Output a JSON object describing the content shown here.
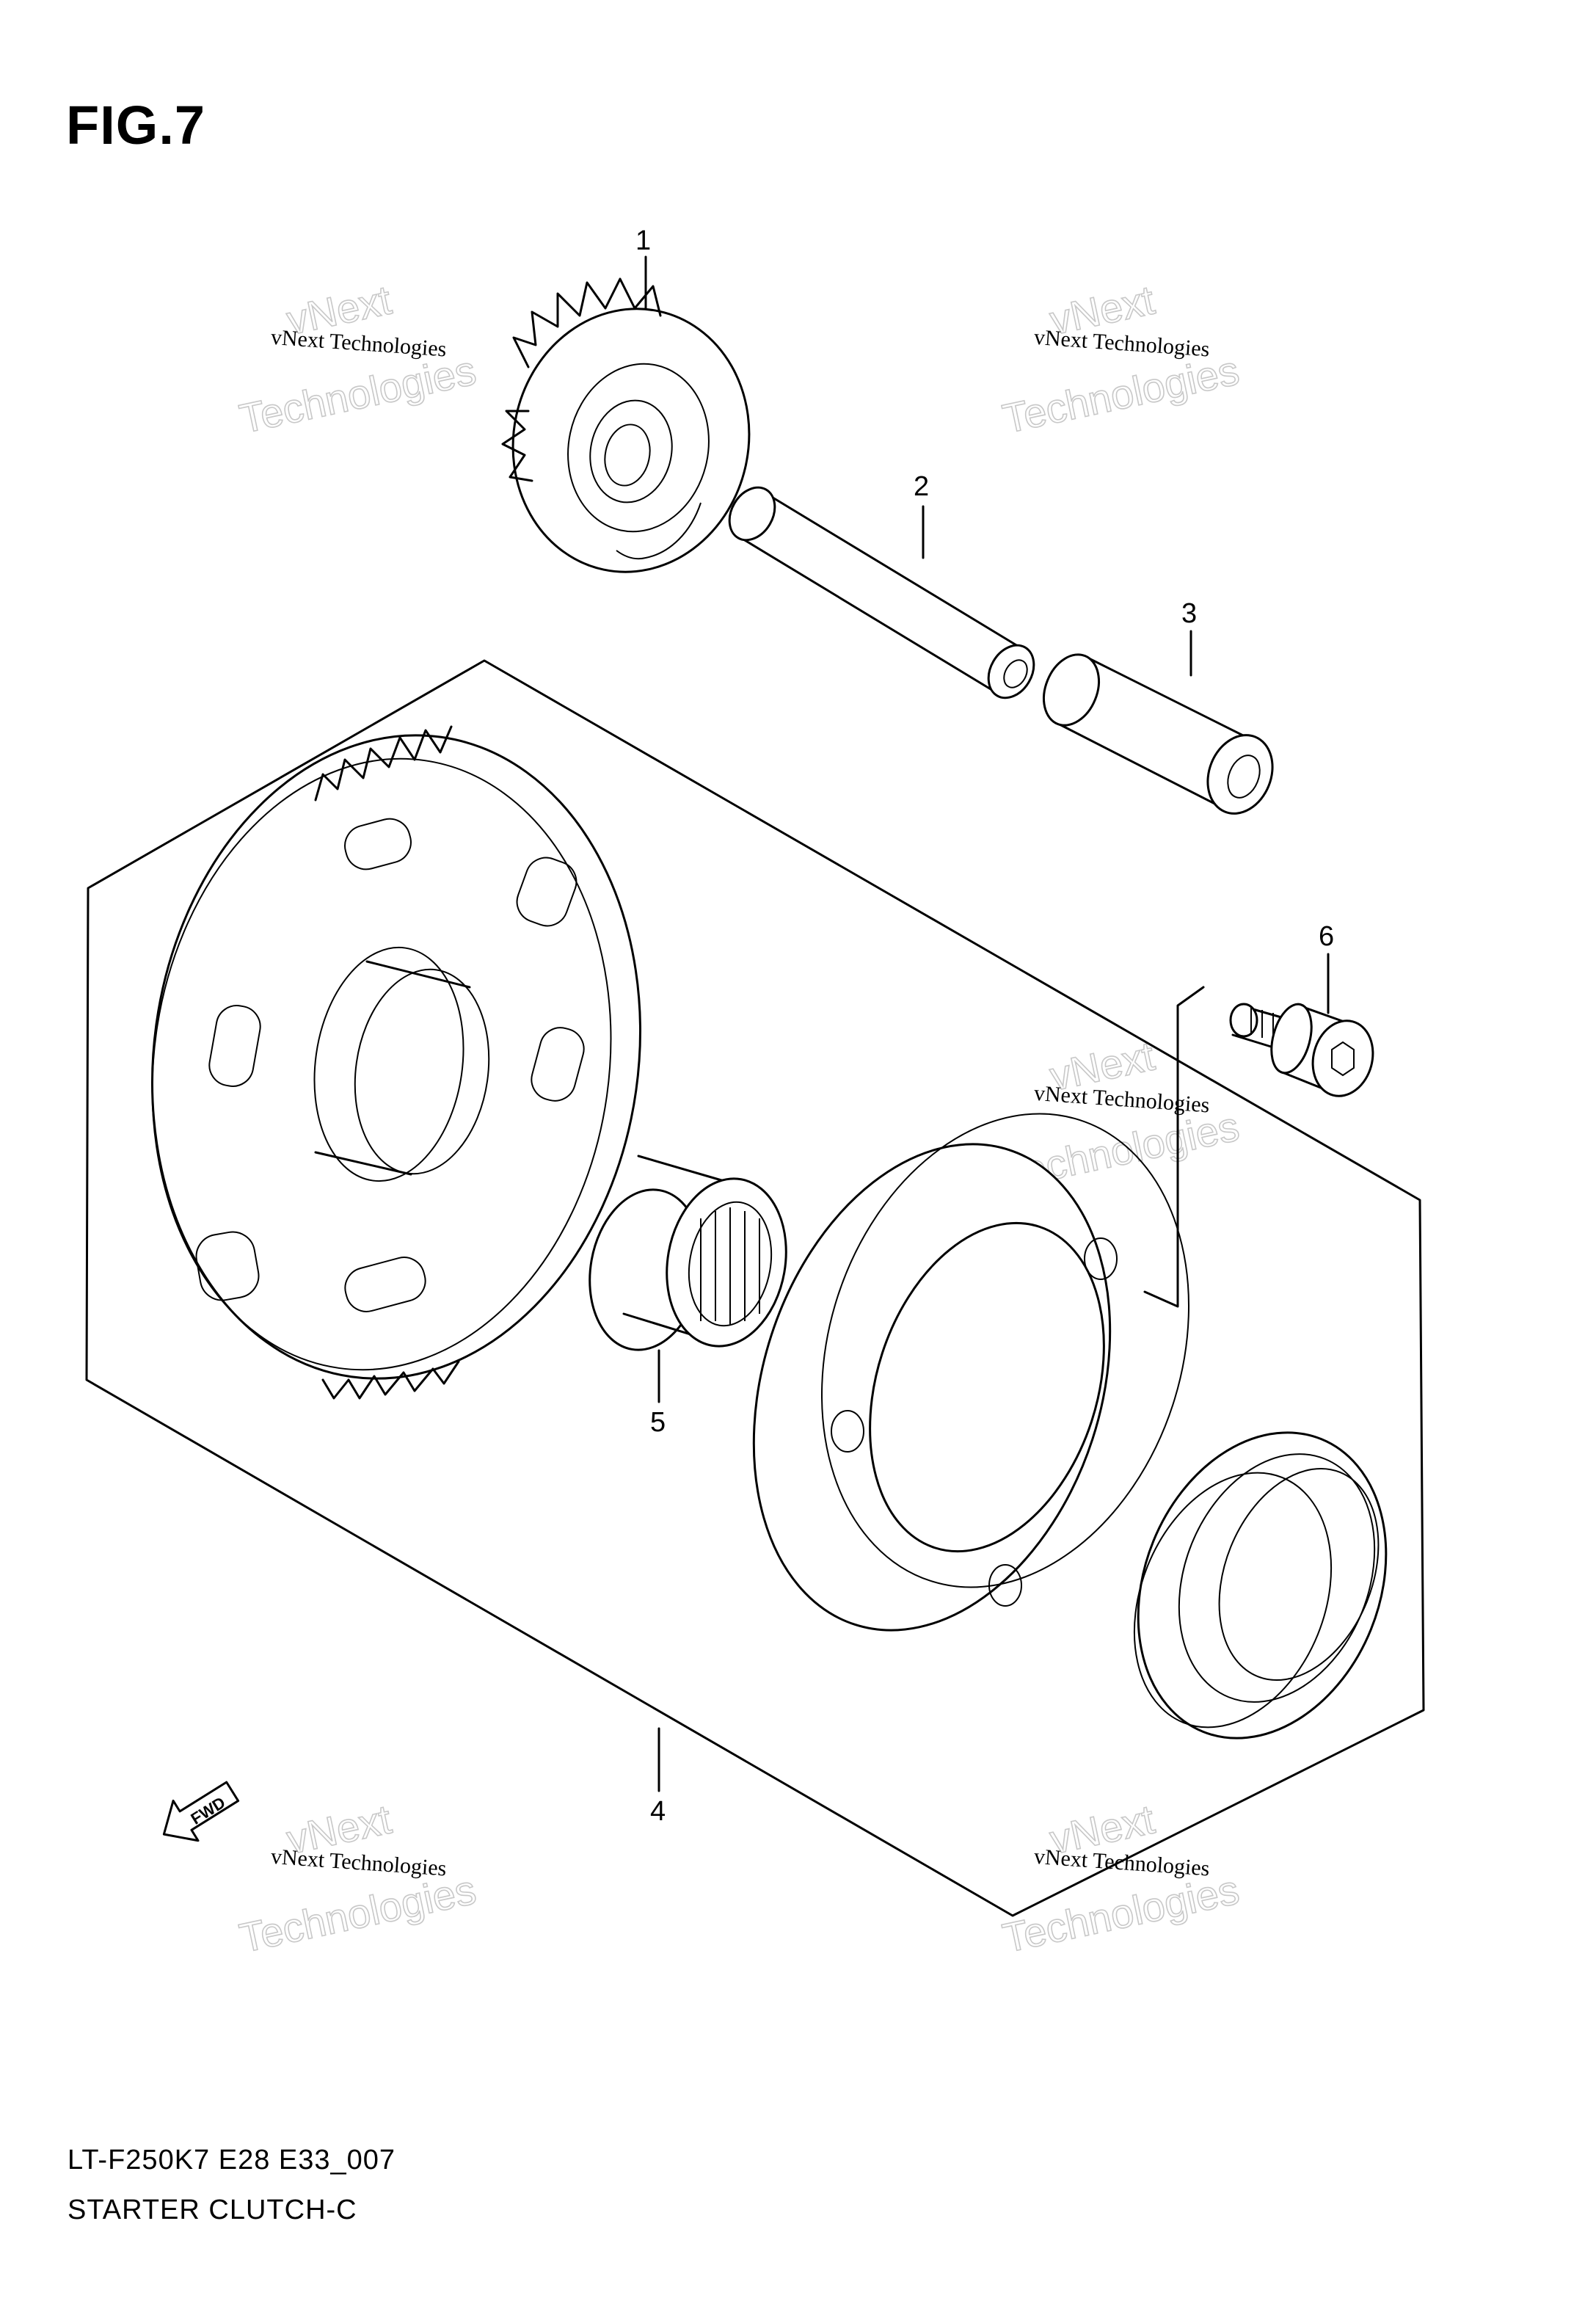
{
  "figure": {
    "title": "FIG.7",
    "model_code": "LT-F250K7  E28 E33_007",
    "caption": "STARTER CLUTCH-C"
  },
  "callouts": [
    {
      "id": "1",
      "label": "1"
    },
    {
      "id": "2",
      "label": "2"
    },
    {
      "id": "3",
      "label": "3"
    },
    {
      "id": "4",
      "label": "4"
    },
    {
      "id": "5",
      "label": "5"
    },
    {
      "id": "6",
      "label": "6"
    }
  ],
  "direction_arrow": {
    "label": "FWD"
  },
  "watermark": {
    "line_small": "vNext Technologies",
    "line_big_1": "vNext",
    "line_big_2": "Technologies"
  }
}
